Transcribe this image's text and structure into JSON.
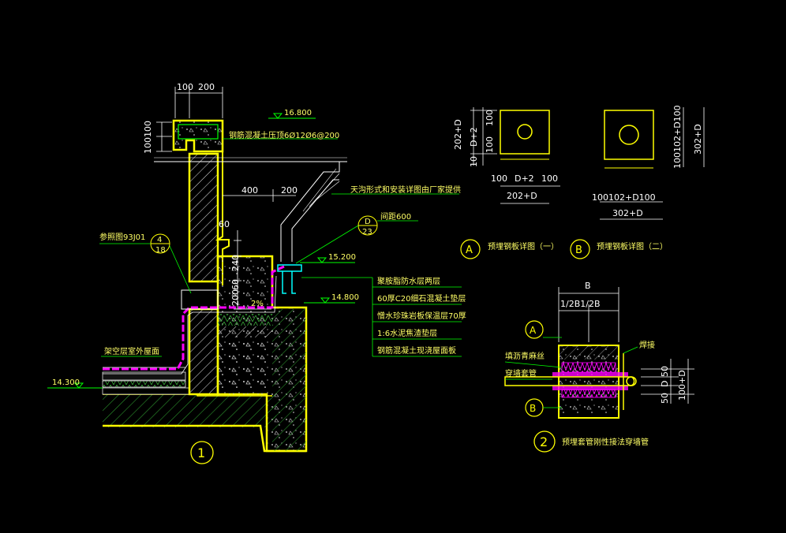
{
  "colors": {
    "background": "#000000",
    "wall": "#ffff00",
    "dimension": "#ffffff",
    "leader": "#00ff00",
    "text": "#ffff66",
    "membrane": "#ff00ff",
    "pipe": "#00ffff"
  },
  "detail1": {
    "dims_top": [
      "100",
      "200"
    ],
    "dim_left_pair": "100100",
    "elev_top": "16.800",
    "coping_note": "钢筋混凝土压顶6Ø12Ø6@200",
    "dim_400": "400",
    "dim_200_mid": "200",
    "gutter_note": "天沟形式和安装详图由厂家提供",
    "ref_d_top": "D",
    "ref_d_bottom": "23",
    "spacing_note": "间距600",
    "ref_atlas": "参照图93J01",
    "ref_4_top": "4",
    "ref_4_bottom": "18",
    "dim_60": "60",
    "dim_240": "240",
    "dim_60b": "60",
    "dim_200_low": "200",
    "elev_gutter": "15.200",
    "slope": "2%",
    "elev_roof": "14.800",
    "layers": [
      "聚胺脂防水层两层",
      "60厚C20细石混凝土垫层",
      "憎水珍珠岩板保温层70厚",
      "1:6水泥焦渣垫层",
      "钢筋混凝土现浇屋面板"
    ],
    "overhead_note": "架空层室外屋面",
    "elev_low": "14.300",
    "number": "1"
  },
  "plates": {
    "a_v_outer": "202+D",
    "a_v_parts": [
      "10",
      "D+2",
      "100",
      "100"
    ],
    "a_h_parts": [
      "100",
      "D+2",
      "100"
    ],
    "a_h_total": "202+D",
    "b_v_text": "100102+D100",
    "b_v_total": "302+D",
    "b_h_text": "100102+D100",
    "b_h_total": "302+D",
    "tag_a": "A",
    "title_a": "预埋钢板详图（一）",
    "tag_b": "B",
    "title_b": "预埋钢板详图（二）"
  },
  "detail2": {
    "dim_b": "B",
    "dim_half": "1/2B1/2B",
    "tag_a": "A",
    "tag_b": "B",
    "weld_label": "焊接",
    "fill_label": "填沥青麻丝",
    "sleeve_label": "穿墙套管",
    "dim_50_top": "50",
    "dim_d": "D",
    "dim_50_bottom": "50",
    "dim_total": "100+D",
    "number": "2",
    "title": "预埋套管刚性接法穿墙管"
  }
}
